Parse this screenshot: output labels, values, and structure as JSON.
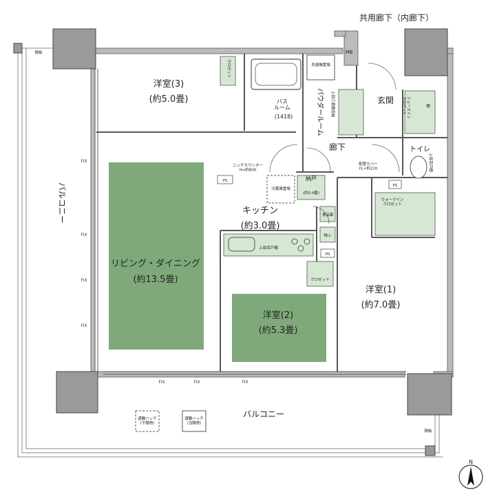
{
  "title": "共用廊下（内廊下）",
  "rooms": {
    "western3": {
      "name": "洋室(3)",
      "size": "(約5.0畳)"
    },
    "ld": {
      "name": "リビング・ダイニング",
      "size": "(約13.5畳)"
    },
    "kitchen": {
      "name": "キッチン",
      "size": "(約3.0畳)"
    },
    "western2": {
      "name": "洋室(2)",
      "size": "(約5.3畳)"
    },
    "western1": {
      "name": "洋室(1)",
      "size": "(約7.0畳)"
    },
    "bath": {
      "name": "バス\nルーム",
      "size": "(1418)"
    },
    "powder": "パウダールーム",
    "entrance": "玄関",
    "corridor": "廊下",
    "toilet": "トイレ",
    "storage": {
      "name": "納戸",
      "size": "(約0.4畳)"
    }
  },
  "balcony_west": "バルコニー",
  "balcony_south": "バルコニー",
  "labels": {
    "closet": "クロゼット",
    "closet2": "クロゼット",
    "mb": "MB",
    "ps": "PS",
    "washer": "洗濯機置場",
    "shoes_closet": "シューズイン\nクロゼット",
    "shelf": "棚",
    "walkin": "ウォークイン\nクロゼット",
    "niche": "ニッチカウンター\nH=約800",
    "pipe_cover": "配管カバー\nFL+約220",
    "fridge": "冷蔵庫置場",
    "pantry": "食品庫",
    "store_in": "物入",
    "upper_cabinet": "上部吊戸棚",
    "upper_shelf": "上部吊戸棚",
    "upper_storage": "上部三面鏡収納",
    "fix": "FIX",
    "partition": "隔板",
    "hatch1": "避難ハッチ\n(下階用)",
    "hatch2": "避難ハッチ\n(当階用)"
  },
  "compass": "N"
}
